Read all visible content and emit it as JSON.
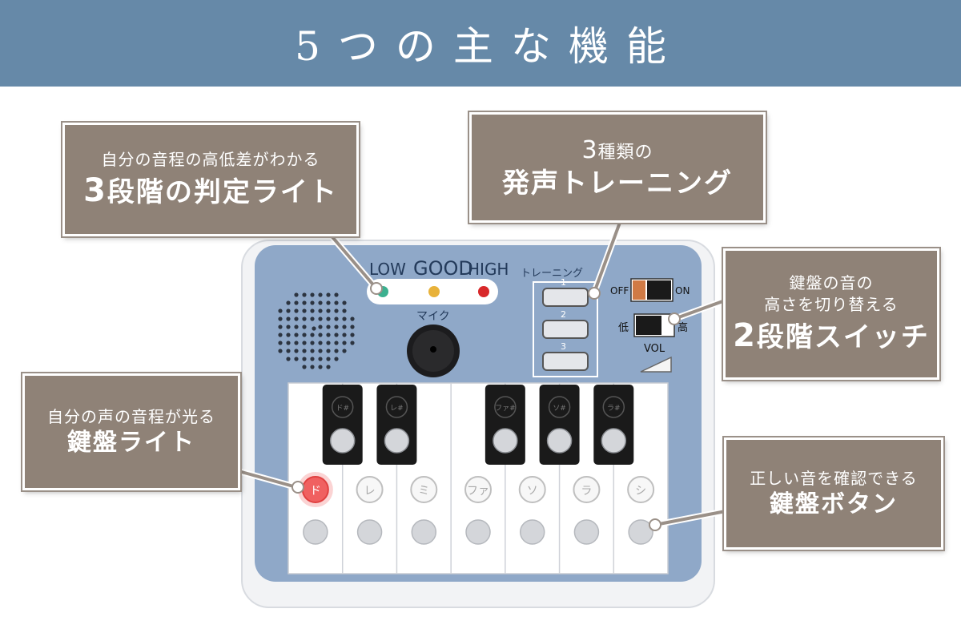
{
  "header": {
    "title": "5つの主な機能"
  },
  "device": {
    "light_labels": [
      "LOW",
      "GOOD",
      "HIGH"
    ],
    "mic_label": "マイク",
    "training_label": "トレーニング",
    "training_numbers": [
      "1",
      "2",
      "3"
    ],
    "switch_off": "OFF",
    "switch_on": "ON",
    "pitch_low": "低",
    "pitch_high": "高",
    "vol_label": "VOL",
    "white_keys": [
      "ド",
      "レ",
      "ミ",
      "ファ",
      "ソ",
      "ラ",
      "シ"
    ],
    "black_keys": [
      "ド#",
      "レ#",
      "ファ#",
      "ソ#",
      "ラ#"
    ]
  },
  "callouts": {
    "judge_light": {
      "line1": "自分の音程の高低差がわかる",
      "line2_num": "3",
      "line2": "段階の判定ライト"
    },
    "training": {
      "line1_num": "3",
      "line1": "種類の",
      "line2": "発声トレーニング"
    },
    "pitch_switch": {
      "line1": "鍵盤の音の",
      "line2": "高さを切り替える",
      "line3_num": "2",
      "line3": "段階スイッチ"
    },
    "key_light": {
      "line1": "自分の声の音程が光る",
      "line2": "鍵盤ライト"
    },
    "key_button": {
      "line1": "正しい音を確認できる",
      "line2": "鍵盤ボタン"
    }
  },
  "colors": {
    "header_bg": "#6689a8",
    "callout_bg": "#8f8277",
    "device_blue": "#8fa8c8",
    "led_green": "#3bb08f",
    "led_yellow": "#e8b23a",
    "led_red": "#d8282a",
    "key_light_red": "#f06060"
  }
}
